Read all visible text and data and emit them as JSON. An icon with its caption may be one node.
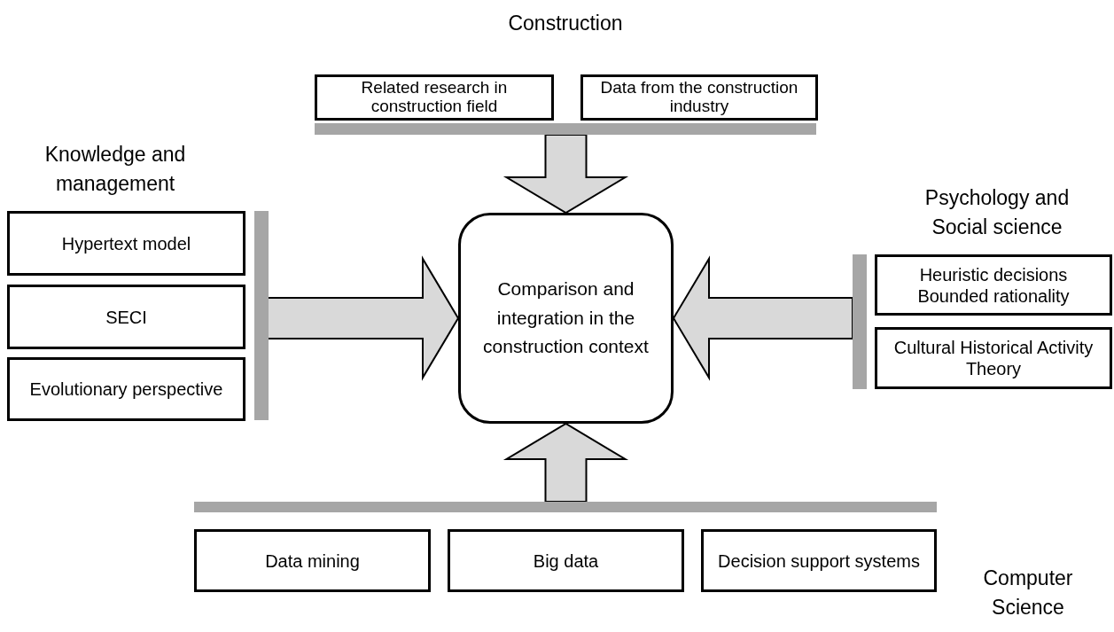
{
  "diagram": {
    "nodes": [
      {
        "text": [
          "Comparison and integration in the construction context"
        ]
      },
      {
        "text": [
          "Related research in construction field"
        ]
      },
      {
        "text": [
          "Data from the construction industry"
        ]
      },
      {
        "text": [],
        "shape": "bar"
      },
      {
        "text": [
          "Hypertext model"
        ]
      },
      {
        "text": [
          "SECI"
        ]
      },
      {
        "text": [
          "Evolutionary perspective"
        ]
      },
      {
        "text": [],
        "shape": "bar"
      },
      {
        "text": [
          "Heuristic decisions",
          "Bounded rationality"
        ]
      },
      {
        "text": [
          "Cultural Historical Activity Theory"
        ]
      },
      {
        "text": [],
        "shape": "bar"
      },
      {
        "text": [
          "Data mining"
        ]
      },
      {
        "text": [
          "Big data"
        ]
      },
      {
        "text": [
          "Decision support systems"
        ]
      },
      {
        "text": [],
        "shape": "bar"
      }
    ],
    "edges": [
      {
        "from": 3,
        "to": 0,
        "arrow": "to",
        "style": "thick"
      },
      {
        "from": 7,
        "to": 0,
        "arrow": "to",
        "style": "thick"
      },
      {
        "from": 10,
        "to": 0,
        "arrow": "to",
        "style": "thick"
      },
      {
        "from": 14,
        "to": 0,
        "arrow": "to",
        "style": "thick"
      }
    ],
    "labels": [
      "Construction",
      "Knowledge and management",
      "Psychology and Social science",
      "Computer Science"
    ]
  }
}
